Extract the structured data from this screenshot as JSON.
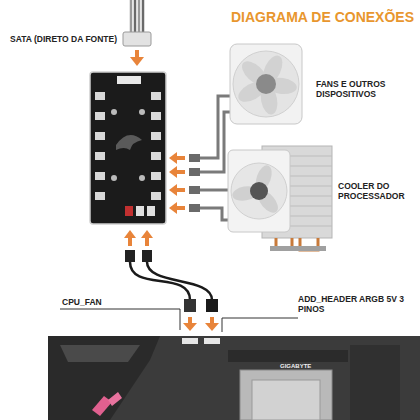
{
  "diagram": {
    "title": "DIAGRAMA DE CONEXÕES",
    "nodes": [
      {
        "text": [
          "FANS E OUTROS DISPOSITIVOS"
        ]
      },
      {
        "text": [
          "COOLER DO PROCESSADOR"
        ]
      }
    ],
    "labels": [
      "SATA (DIRETO DA FONTE)",
      "CPU_FAN",
      "ADD_HEADER ARGB 5V 3 PINOS",
      "GIGABYTE"
    ]
  }
}
